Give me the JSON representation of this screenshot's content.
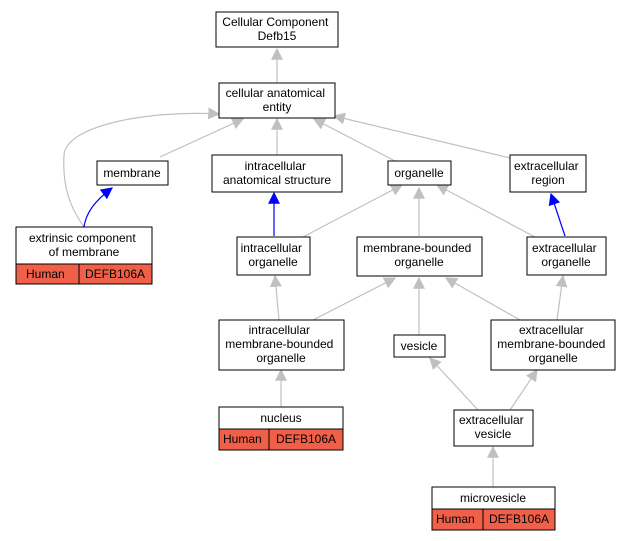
{
  "colors": {
    "edge_gray": "#c0c0c0",
    "edge_blue": "#0000ff",
    "annotation_fill": "#f06048",
    "node_stroke": "#000000",
    "node_fill": "#ffffff"
  },
  "nodes": {
    "root": [
      "Cellular Component",
      "Defb15"
    ],
    "cae": [
      "cellular anatomical",
      "entity"
    ],
    "membrane": [
      "membrane"
    ],
    "ias": [
      "intracellular",
      "anatomical structure"
    ],
    "organelle": [
      "organelle"
    ],
    "exr": [
      "extracellular",
      "region"
    ],
    "ecm": [
      "extrinsic component",
      "of membrane"
    ],
    "io": [
      "intracellular",
      "organelle"
    ],
    "mbo": [
      "membrane-bounded",
      "organelle"
    ],
    "eo": [
      "extracellular",
      "organelle"
    ],
    "imbo": [
      "intracellular",
      "membrane-bounded",
      "organelle"
    ],
    "vesicle": [
      "vesicle"
    ],
    "embo": [
      "extracellular",
      "membrane-bounded",
      "organelle"
    ],
    "nucleus": [
      "nucleus"
    ],
    "ev": [
      "extracellular",
      "vesicle"
    ],
    "microvesicle": [
      "microvesicle"
    ]
  },
  "annotations": {
    "ecm": [
      "Human",
      "DEFB106A"
    ],
    "nucleus": [
      "Human",
      "DEFB106A"
    ],
    "microvesicle": [
      "Human",
      "DEFB106A"
    ]
  }
}
